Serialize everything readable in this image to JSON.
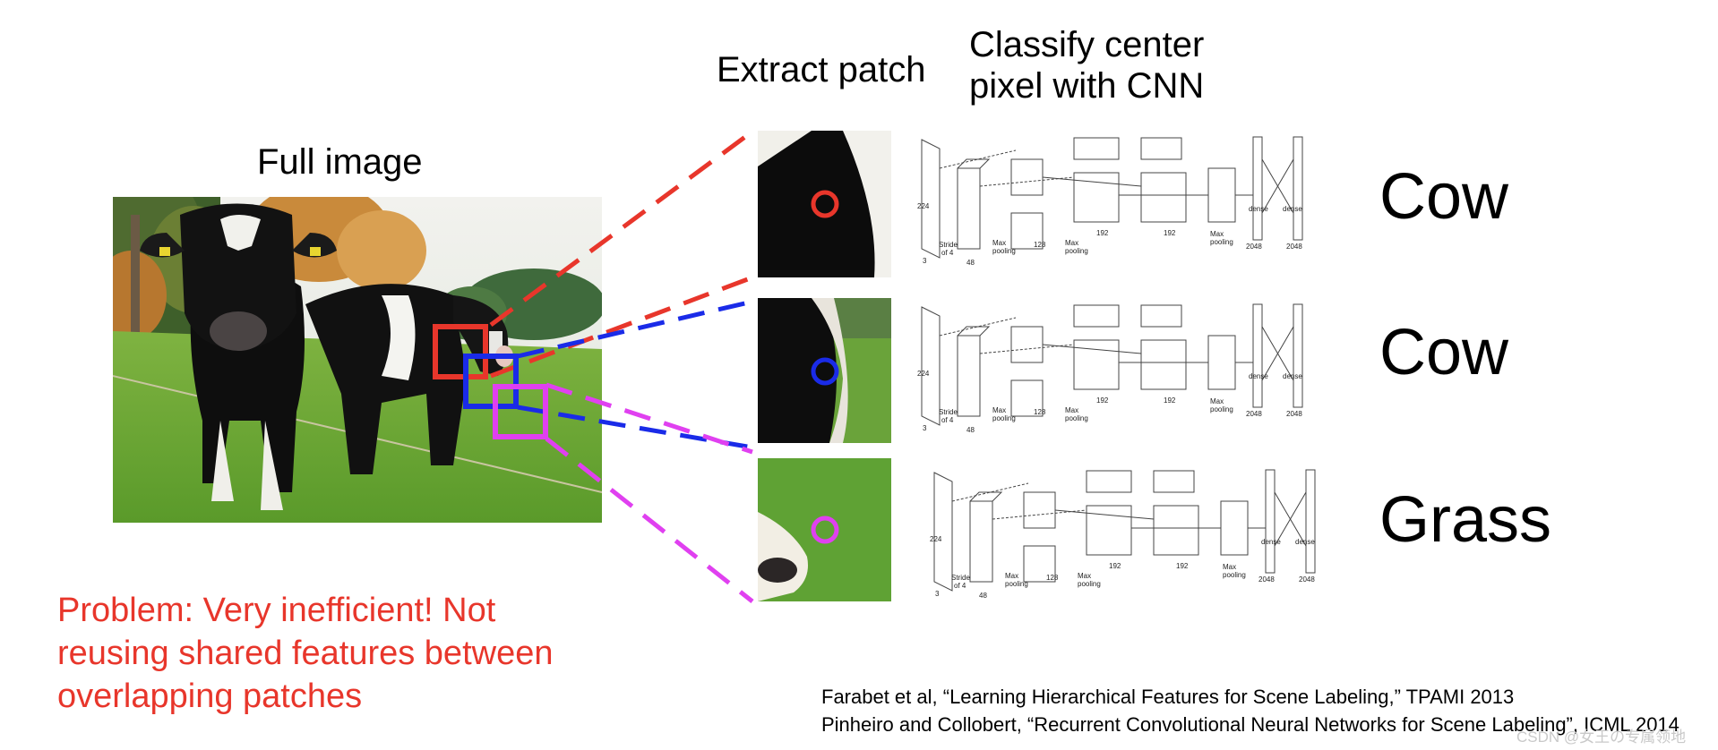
{
  "labels": {
    "full_image": "Full image",
    "extract_patch": "Extract patch",
    "classify_line1": "Classify center",
    "classify_line2": "pixel with CNN"
  },
  "predictions": [
    "Cow",
    "Cow",
    "Grass"
  ],
  "problem": {
    "line1": "Problem: Very inefficient! Not",
    "line2": "reusing shared features between",
    "line3": "overlapping patches"
  },
  "citations": [
    "Farabet et al, “Learning Hierarchical Features for Scene Labeling,” TPAMI 2013",
    "Pinheiro and Collobert, “Recurrent Convolutional Neural Networks for Scene Labeling”, ICML 2014"
  ],
  "watermark": "CSDN @女王の专属领地",
  "cnn_labels": {
    "stride": "Stride",
    "of4": "of 4",
    "max": "Max",
    "pooling": "pooling",
    "dense": "dense",
    "n48": "48",
    "n128": "128",
    "n192": "192",
    "n2048": "2048",
    "n224": "224",
    "n3": "3"
  },
  "colors": {
    "red_box": "#e8362b",
    "blue_box": "#1a2be8",
    "magenta_box": "#e040f0",
    "problem_text": "#e8362b"
  }
}
